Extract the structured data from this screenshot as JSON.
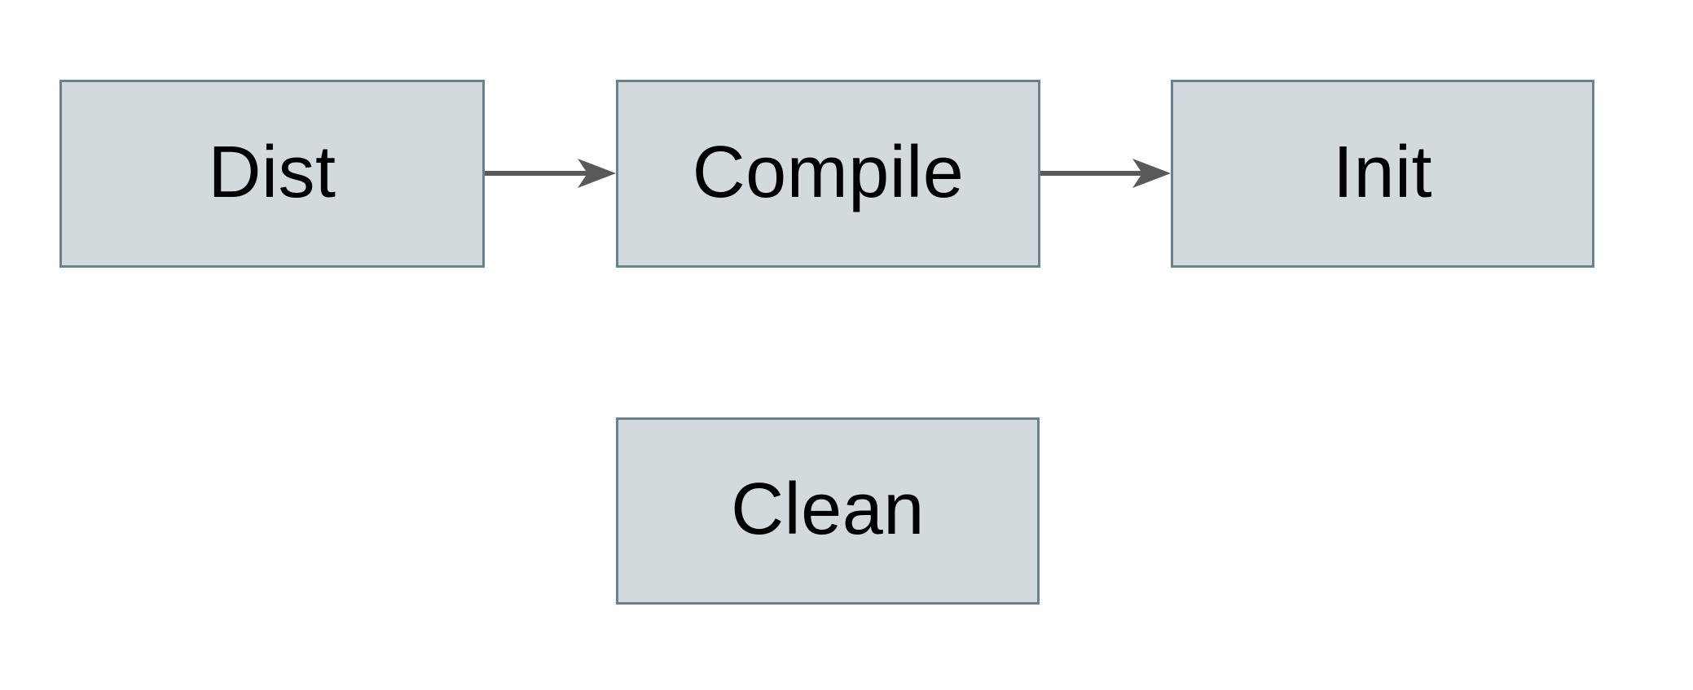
{
  "diagram": {
    "type": "flowchart",
    "nodes": [
      {
        "id": "dist",
        "label": "Dist"
      },
      {
        "id": "compile",
        "label": "Compile"
      },
      {
        "id": "init",
        "label": "Init"
      },
      {
        "id": "clean",
        "label": "Clean"
      }
    ],
    "edges": [
      {
        "from": "Dist",
        "to": "Compile",
        "direction": "right"
      },
      {
        "from": "Compile",
        "to": "Init",
        "direction": "right"
      }
    ]
  },
  "colors": {
    "background": "#ffffff",
    "node_fill": "#d3dadd",
    "node_border": "#69828e",
    "arrow": "#595959",
    "label_text": "#000000"
  }
}
